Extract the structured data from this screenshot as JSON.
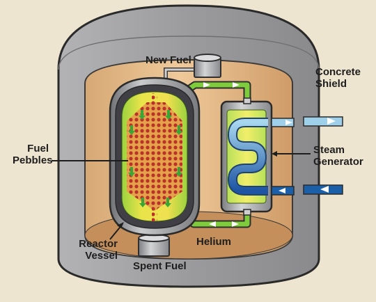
{
  "labels": {
    "new_fuel": "New Fuel",
    "concrete_shield": [
      "Concrete",
      "Shield"
    ],
    "fuel_pebbles": [
      "Fuel",
      "Pebbles"
    ],
    "steam_generator": [
      "Steam",
      "Generator"
    ],
    "reactor_vessel": [
      "Reactor",
      "Vessel"
    ],
    "helium": "Helium",
    "spent_fuel": "Spent Fuel"
  },
  "colors": {
    "background": "#ede5cf",
    "concrete": "#9a9a9c",
    "chamber": "#c79a6e",
    "vessel_steel": "#8e8f92",
    "core_yellow": "#e8d23a",
    "core_green": "#8fcf3a",
    "pebble_red": "#b8322a",
    "helium_green": "#7ecb3c",
    "hot_water": "#1b5fa8",
    "cool_water": "#9fd0ea"
  }
}
